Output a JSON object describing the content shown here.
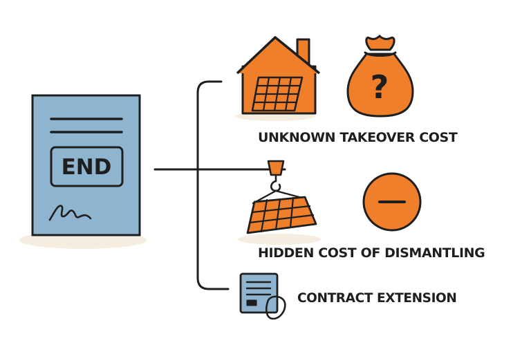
{
  "document": {
    "stamp_text": "END",
    "signature_icon": "signature-icon"
  },
  "items": [
    {
      "key": "takeover",
      "label": "UNKNOWN TAKEOVER COST",
      "icons": [
        "house-with-solar-panel-icon",
        "money-bag-question-icon"
      ],
      "bag_symbol": "?"
    },
    {
      "key": "dismantling",
      "label": "HIDDEN COST OF DISMANTLING",
      "icons": [
        "crane-hook-solar-panel-icon",
        "minus-circle-icon"
      ]
    },
    {
      "key": "extension",
      "label": "CONTRACT EXTENSION",
      "icons": [
        "contract-document-icon"
      ]
    }
  ],
  "colors": {
    "orange": "#f07f2c",
    "document_blue": "#8fb4cf",
    "outline": "#1e1e1e",
    "shadow": "#f4ede0"
  }
}
